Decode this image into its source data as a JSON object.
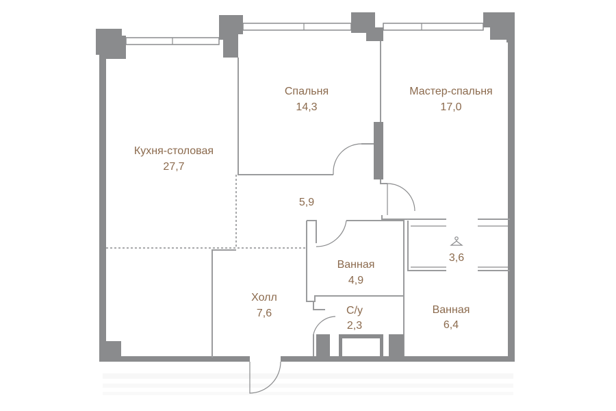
{
  "rooms": [
    {
      "key": "kitchen",
      "name": "Кухня-столовая",
      "area": "27,7"
    },
    {
      "key": "bedroom",
      "name": "Спальня",
      "area": "14,3"
    },
    {
      "key": "master",
      "name": "Мастер-спальня",
      "area": "17,0"
    },
    {
      "key": "corridor",
      "name": "",
      "area": "5,9"
    },
    {
      "key": "wardrobe",
      "name": "",
      "area": "3,6"
    },
    {
      "key": "bath1",
      "name": "Ванная",
      "area": "4,9"
    },
    {
      "key": "bath2",
      "name": "Ванная",
      "area": "6,4"
    },
    {
      "key": "hall",
      "name": "Холл",
      "area": "7,6"
    },
    {
      "key": "wc",
      "name": "С/у",
      "area": "2,3"
    }
  ],
  "icons": {
    "wardrobe": "hanger-icon"
  },
  "colors": {
    "walls": "#8a8b8d",
    "labels": "#8b6a4d",
    "background": "#ffffff"
  }
}
